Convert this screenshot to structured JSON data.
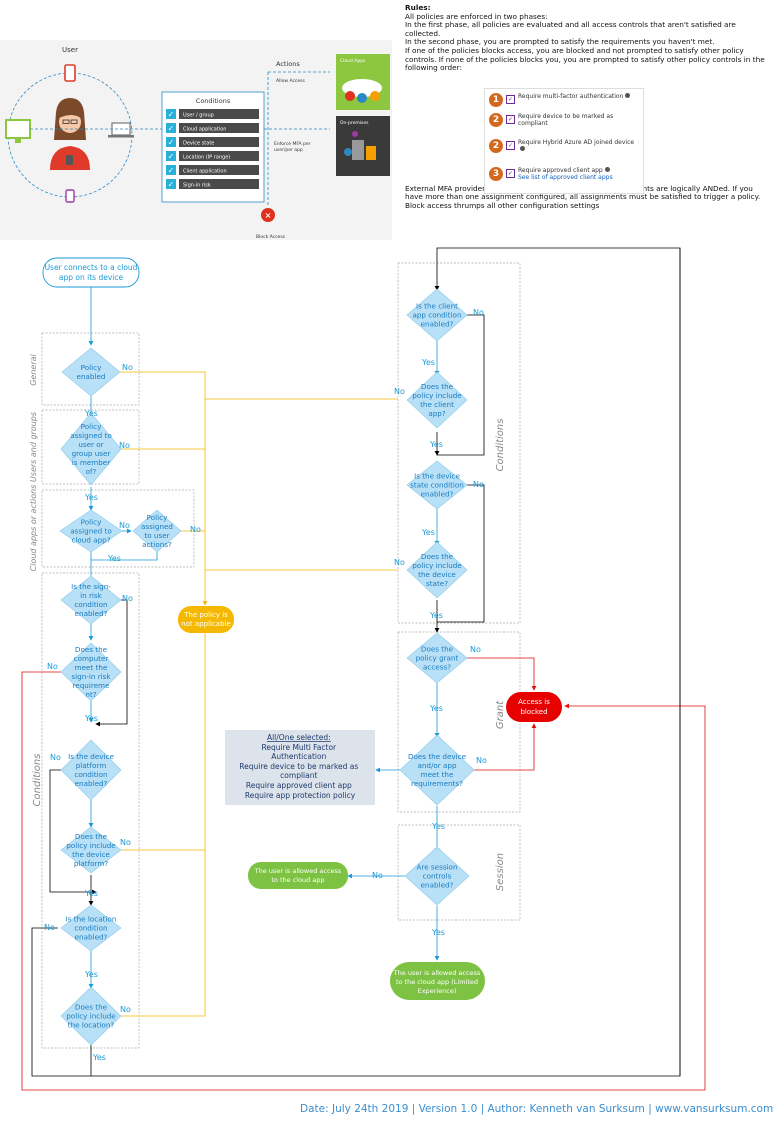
{
  "top": {
    "user_label": "User",
    "conditions_title": "Conditions",
    "conditions": [
      "User / group",
      "Cloud application",
      "Device state",
      "Location (IP range)",
      "Client application",
      "Sign-in risk"
    ],
    "actions_label": "Actions",
    "allow_access": "Allow Access",
    "enforce_mfa": [
      "Enforce MFA per",
      "user/per app"
    ],
    "block_access": "Block Access",
    "cloud_apps": "Cloud Apps",
    "on_premises": "On-premises"
  },
  "rules": {
    "title": "Rules:",
    "lines": [
      "All policies are enforced in two phases:",
      "In the first phase, all policies are evaluated and all access controls that aren't satisfied are collected.",
      "In the second phase, you are prompted to satisfy the requirements you haven't met.",
      "If one of the policies blocks access, you are blocked and not prompted to satisfy other policy controls. If none of the policies blocks you, you are prompted to satisfy other policy controls in the following order:"
    ],
    "controls": [
      {
        "num": "1",
        "text": "Require multi-factor authentication"
      },
      {
        "num": "2",
        "text": "Require device to be marked as compliant"
      },
      {
        "num": "2",
        "text": "Require Hybrid Azure AD joined device"
      },
      {
        "num": "3",
        "text": "Require approved client app",
        "link": "See list of approved client apps"
      }
    ],
    "footer_lines": [
      "External MFA providers and terms of use come next.All assignments are logically ANDed. If you have more than one assignment configured, all assignments must be satisfied to trigger a policy.",
      "Block access thrumps all other configuration settings"
    ]
  },
  "flow": {
    "start": [
      "User connects to a cloud",
      "app on its device"
    ],
    "sections": {
      "general": "General",
      "users_groups": "Users and groups",
      "cloud_apps": "Cloud apps or actions",
      "conditions_left": "Conditions",
      "conditions_right": "Conditions",
      "grant": "Grant",
      "session": "Session"
    },
    "decisions": {
      "policy_enabled": [
        "Policy",
        "enabled"
      ],
      "assigned_user": [
        "Policy",
        "assigned to",
        "user or",
        "group user",
        "is member",
        "of?"
      ],
      "assigned_cloud": [
        "Policy",
        "assigned to",
        "cloud app?"
      ],
      "assigned_actions": [
        "Policy",
        "assigned",
        "to user",
        "actions?"
      ],
      "signin_enabled": [
        "Is the sign-",
        "in risk",
        "condition",
        "enabled?"
      ],
      "signin_meet": [
        "Does the",
        "computer",
        "meet the",
        "sign-in risk",
        "requireme",
        "nt?"
      ],
      "platform_enabled": [
        "Is the device",
        "platform",
        "condition",
        "enabled?"
      ],
      "platform_include": [
        "Does the",
        "policy include",
        "the device",
        "platform?"
      ],
      "location_enabled": [
        "Is the location",
        "condition",
        "enabled?"
      ],
      "location_include": [
        "Does the",
        "policy include",
        "the location?"
      ],
      "client_enabled": [
        "Is the client",
        "app condition",
        "enabled?"
      ],
      "client_include": [
        "Does the",
        "policy include",
        "the client",
        "app?"
      ],
      "state_enabled": [
        "Is the device",
        "state condition",
        "enabled?"
      ],
      "state_include": [
        "Does the",
        "policy include",
        "the device",
        "state?"
      ],
      "grant_access": [
        "Does the",
        "policy grant",
        "access?"
      ],
      "meet_requirements": [
        "Does the device",
        "and/or app",
        "meet the",
        "requirements?"
      ],
      "session_enabled": [
        "Are session",
        "controls",
        "enabled?"
      ]
    },
    "yes": "Yes",
    "no": "No",
    "not_applicable": [
      "The policy is",
      "not applicable"
    ],
    "blocked": [
      "Access is",
      "blocked"
    ],
    "allowed": [
      "The user is allowed access",
      "to the cloud app"
    ],
    "allowed_limited": [
      "The user is allowed access",
      "to the cloud app (Limited",
      "Experience)"
    ],
    "requirements": [
      "All/One selected:",
      "Require Multi Factor",
      "Authentication",
      "Require device to be marked as",
      "compliant",
      "Require approved client app",
      "Require app protection policy"
    ]
  },
  "footer": "Date: July 24th 2019 | Version 1.0 | Author: Kenneth van Surksum | www.vansurksum.com"
}
